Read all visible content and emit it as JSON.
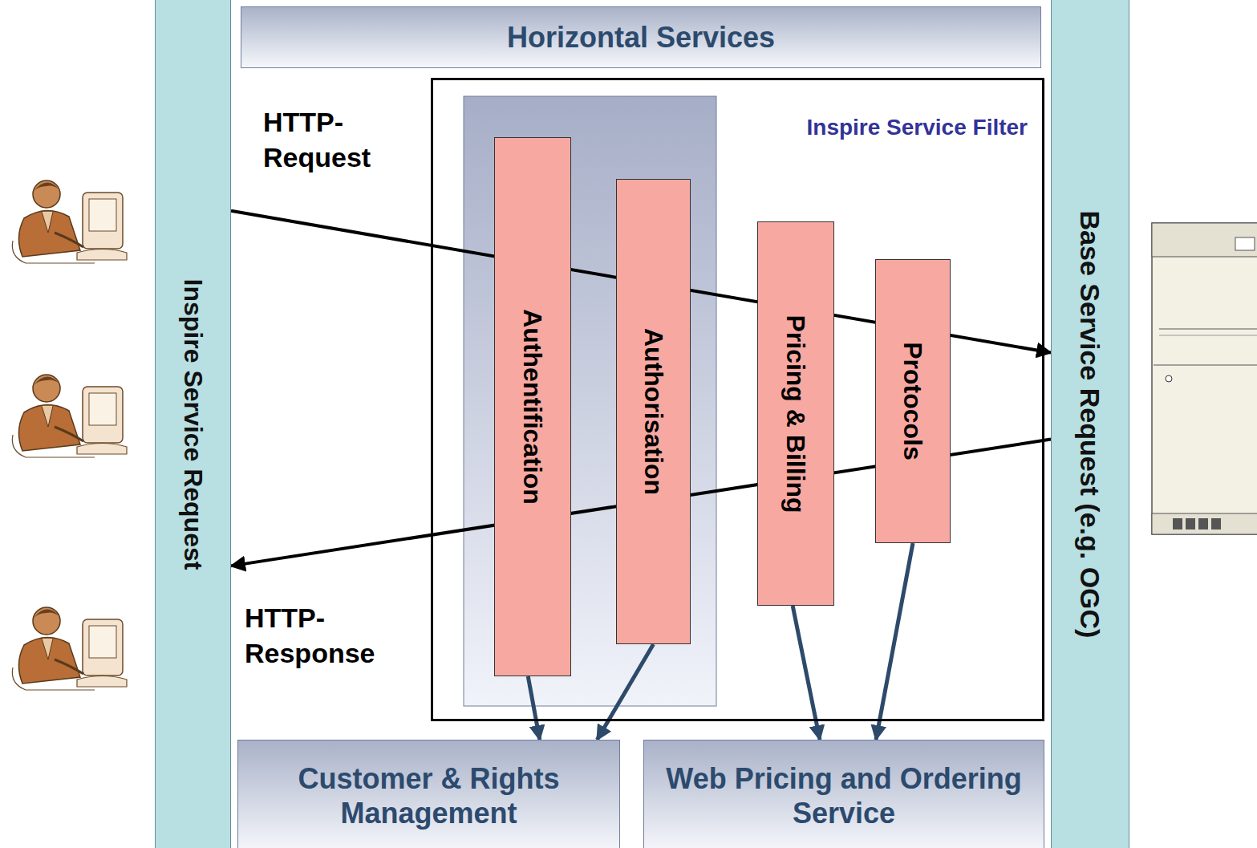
{
  "diagram": {
    "nodes": [
      {
        "text": [
          "Horizontal Services"
        ]
      },
      {
        "text": [
          "Inspire Service Request"
        ]
      },
      {
        "text": [
          "Base Service Request (e.g. OGC)"
        ]
      },
      {
        "text": [
          "Inspire Service Filter"
        ]
      },
      {
        "text": [
          "Authentification"
        ],
        "in": 3
      },
      {
        "text": [
          "Authorisation"
        ],
        "in": 3
      },
      {
        "text": [
          "Pricing & Billing"
        ],
        "in": 3
      },
      {
        "text": [
          "Protocols"
        ],
        "in": 3
      },
      {
        "text": [
          "Customer & Rights Management"
        ]
      },
      {
        "text": [
          "Web Pricing and Ordering Service"
        ]
      }
    ],
    "edges": [
      {
        "from": 1,
        "to": 2,
        "arrow": "to",
        "label": "HTTP- Request"
      },
      {
        "from": 2,
        "to": 1,
        "arrow": "to",
        "label": "HTTP- Response"
      },
      {
        "from": 4,
        "to": 8,
        "arrow": "to"
      },
      {
        "from": 5,
        "to": 8,
        "arrow": "to"
      },
      {
        "from": 6,
        "to": 9,
        "arrow": "to"
      },
      {
        "from": 7,
        "to": 9,
        "arrow": "to"
      }
    ]
  }
}
